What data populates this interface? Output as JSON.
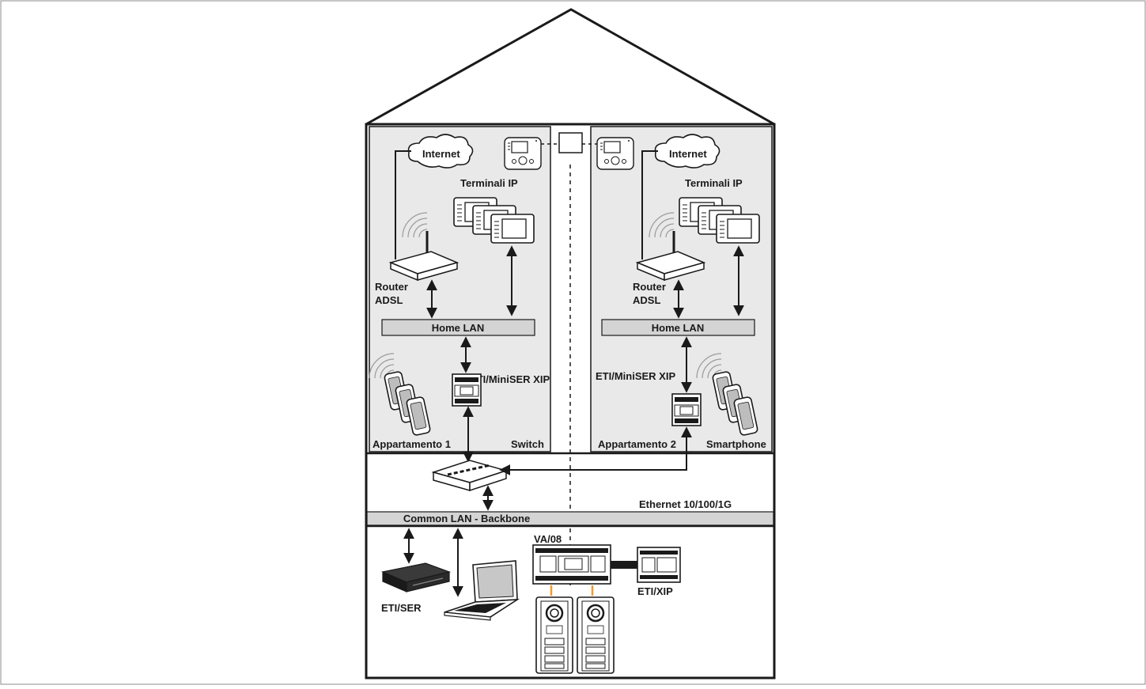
{
  "labels": {
    "internet_left": "Internet",
    "internet_right": "Internet",
    "terminali_left": "Terminali IP",
    "terminali_right": "Terminali IP",
    "router_left_1": "Router",
    "router_left_2": "ADSL",
    "router_right_1": "Router",
    "router_right_2": "ADSL",
    "home_lan_left": "Home LAN",
    "home_lan_right": "Home LAN",
    "eti_miniser_left": "ETI/MiniSER XIP",
    "eti_miniser_right": "ETI/MiniSER XIP",
    "appartamento_1": "Appartamento 1",
    "appartamento_2": "Appartamento 2",
    "switch": "Switch",
    "smartphone": "Smartphone",
    "ethernet": "Ethernet 10/100/1G",
    "common_lan": "Common LAN - Backbone",
    "va08": "VA/08",
    "eti_xip": "ETI/XIP",
    "eti_ser": "ETI/SER"
  },
  "colors": {
    "line": "#1a1a1a",
    "apartment_fill": "#e9e9ea",
    "lan_bar_fill": "#d4d4d5",
    "accent_orange": "#f39a2e"
  }
}
